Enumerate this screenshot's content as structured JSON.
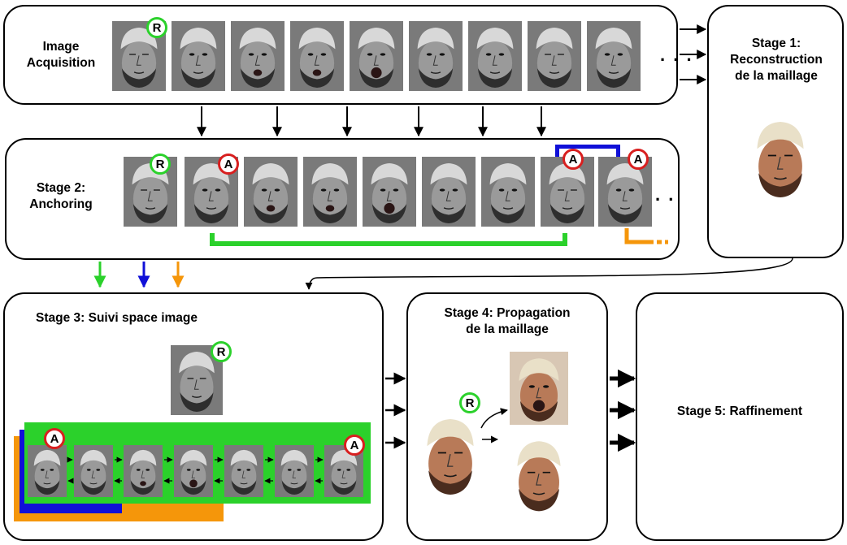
{
  "stages": {
    "acquisition": {
      "label_line1": "Image",
      "label_line2": "Acquisition",
      "ellipsis": ". . ."
    },
    "stage1": {
      "label_line1": "Stage 1:",
      "label_line2": "Reconstruction",
      "label_line3": "de la maillage"
    },
    "stage2": {
      "label_line1": "Stage 2:",
      "label_line2": "Anchoring",
      "ellipsis": ". ."
    },
    "stage3": {
      "label": "Stage 3: Suivi space image"
    },
    "stage4": {
      "label_line1": "Stage 4: Propagation",
      "label_line2": "de la maillage"
    },
    "stage5": {
      "label": "Stage 5: Raffinement"
    }
  },
  "badges": {
    "reference": "R",
    "anchor": "A"
  },
  "colors": {
    "green": "#2bd12b",
    "blue": "#1010d8",
    "orange": "#f5960a",
    "red": "#d81f1f",
    "face_gray": "#7a7a7a"
  },
  "frame_expressions": [
    "closed",
    "neutral",
    "open",
    "open",
    "wide",
    "neutral",
    "neutral",
    "closed",
    "neutral"
  ],
  "stage3_strip_expressions": [
    "neutral",
    "neutral",
    "open",
    "wide",
    "neutral",
    "neutral",
    "neutral"
  ]
}
